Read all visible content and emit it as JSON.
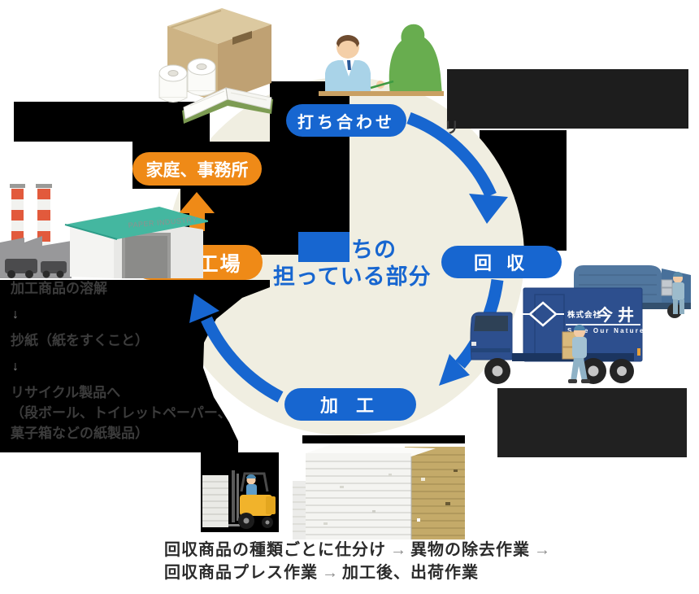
{
  "diagram": {
    "pills": {
      "meeting": "打ち合わせ",
      "collection": "回 収",
      "processing": "加 工",
      "home_office": "家庭、事務所",
      "paper_mill": "製紙工場"
    },
    "center_text": {
      "line1": "ちの",
      "line2": "担っている部分"
    },
    "partial_char": "リ",
    "left_process": {
      "step1": "加工商品の溶解",
      "down_arrow": "↓",
      "step2": "抄紙（紙をすくこと）",
      "step3_line1": "リサイクル製品へ",
      "step3_line2": "（段ボール、トイレットペーパー、",
      "step3_line3": "菓子箱などの紙製品）"
    },
    "bottom_process": {
      "seg1": "回収商品の種類ごとに仕分け",
      "arrow": "→",
      "seg2": "異物の除去作業",
      "seg3": "回収商品プレス作業",
      "seg4": "加工後、出荷作業"
    },
    "truck_logo": {
      "company": "株式会社",
      "name": "今井",
      "slogan": "Save Our Nature"
    },
    "factory_sign": "PAPER INDUSTRY",
    "colors": {
      "blue": "#1766d0",
      "orange": "#ef8a17",
      "cream": "#f0eee1",
      "black_panel": "#000000",
      "dark_panel_top": "#1d1d1d",
      "dark_panel_right": "#212121"
    }
  }
}
